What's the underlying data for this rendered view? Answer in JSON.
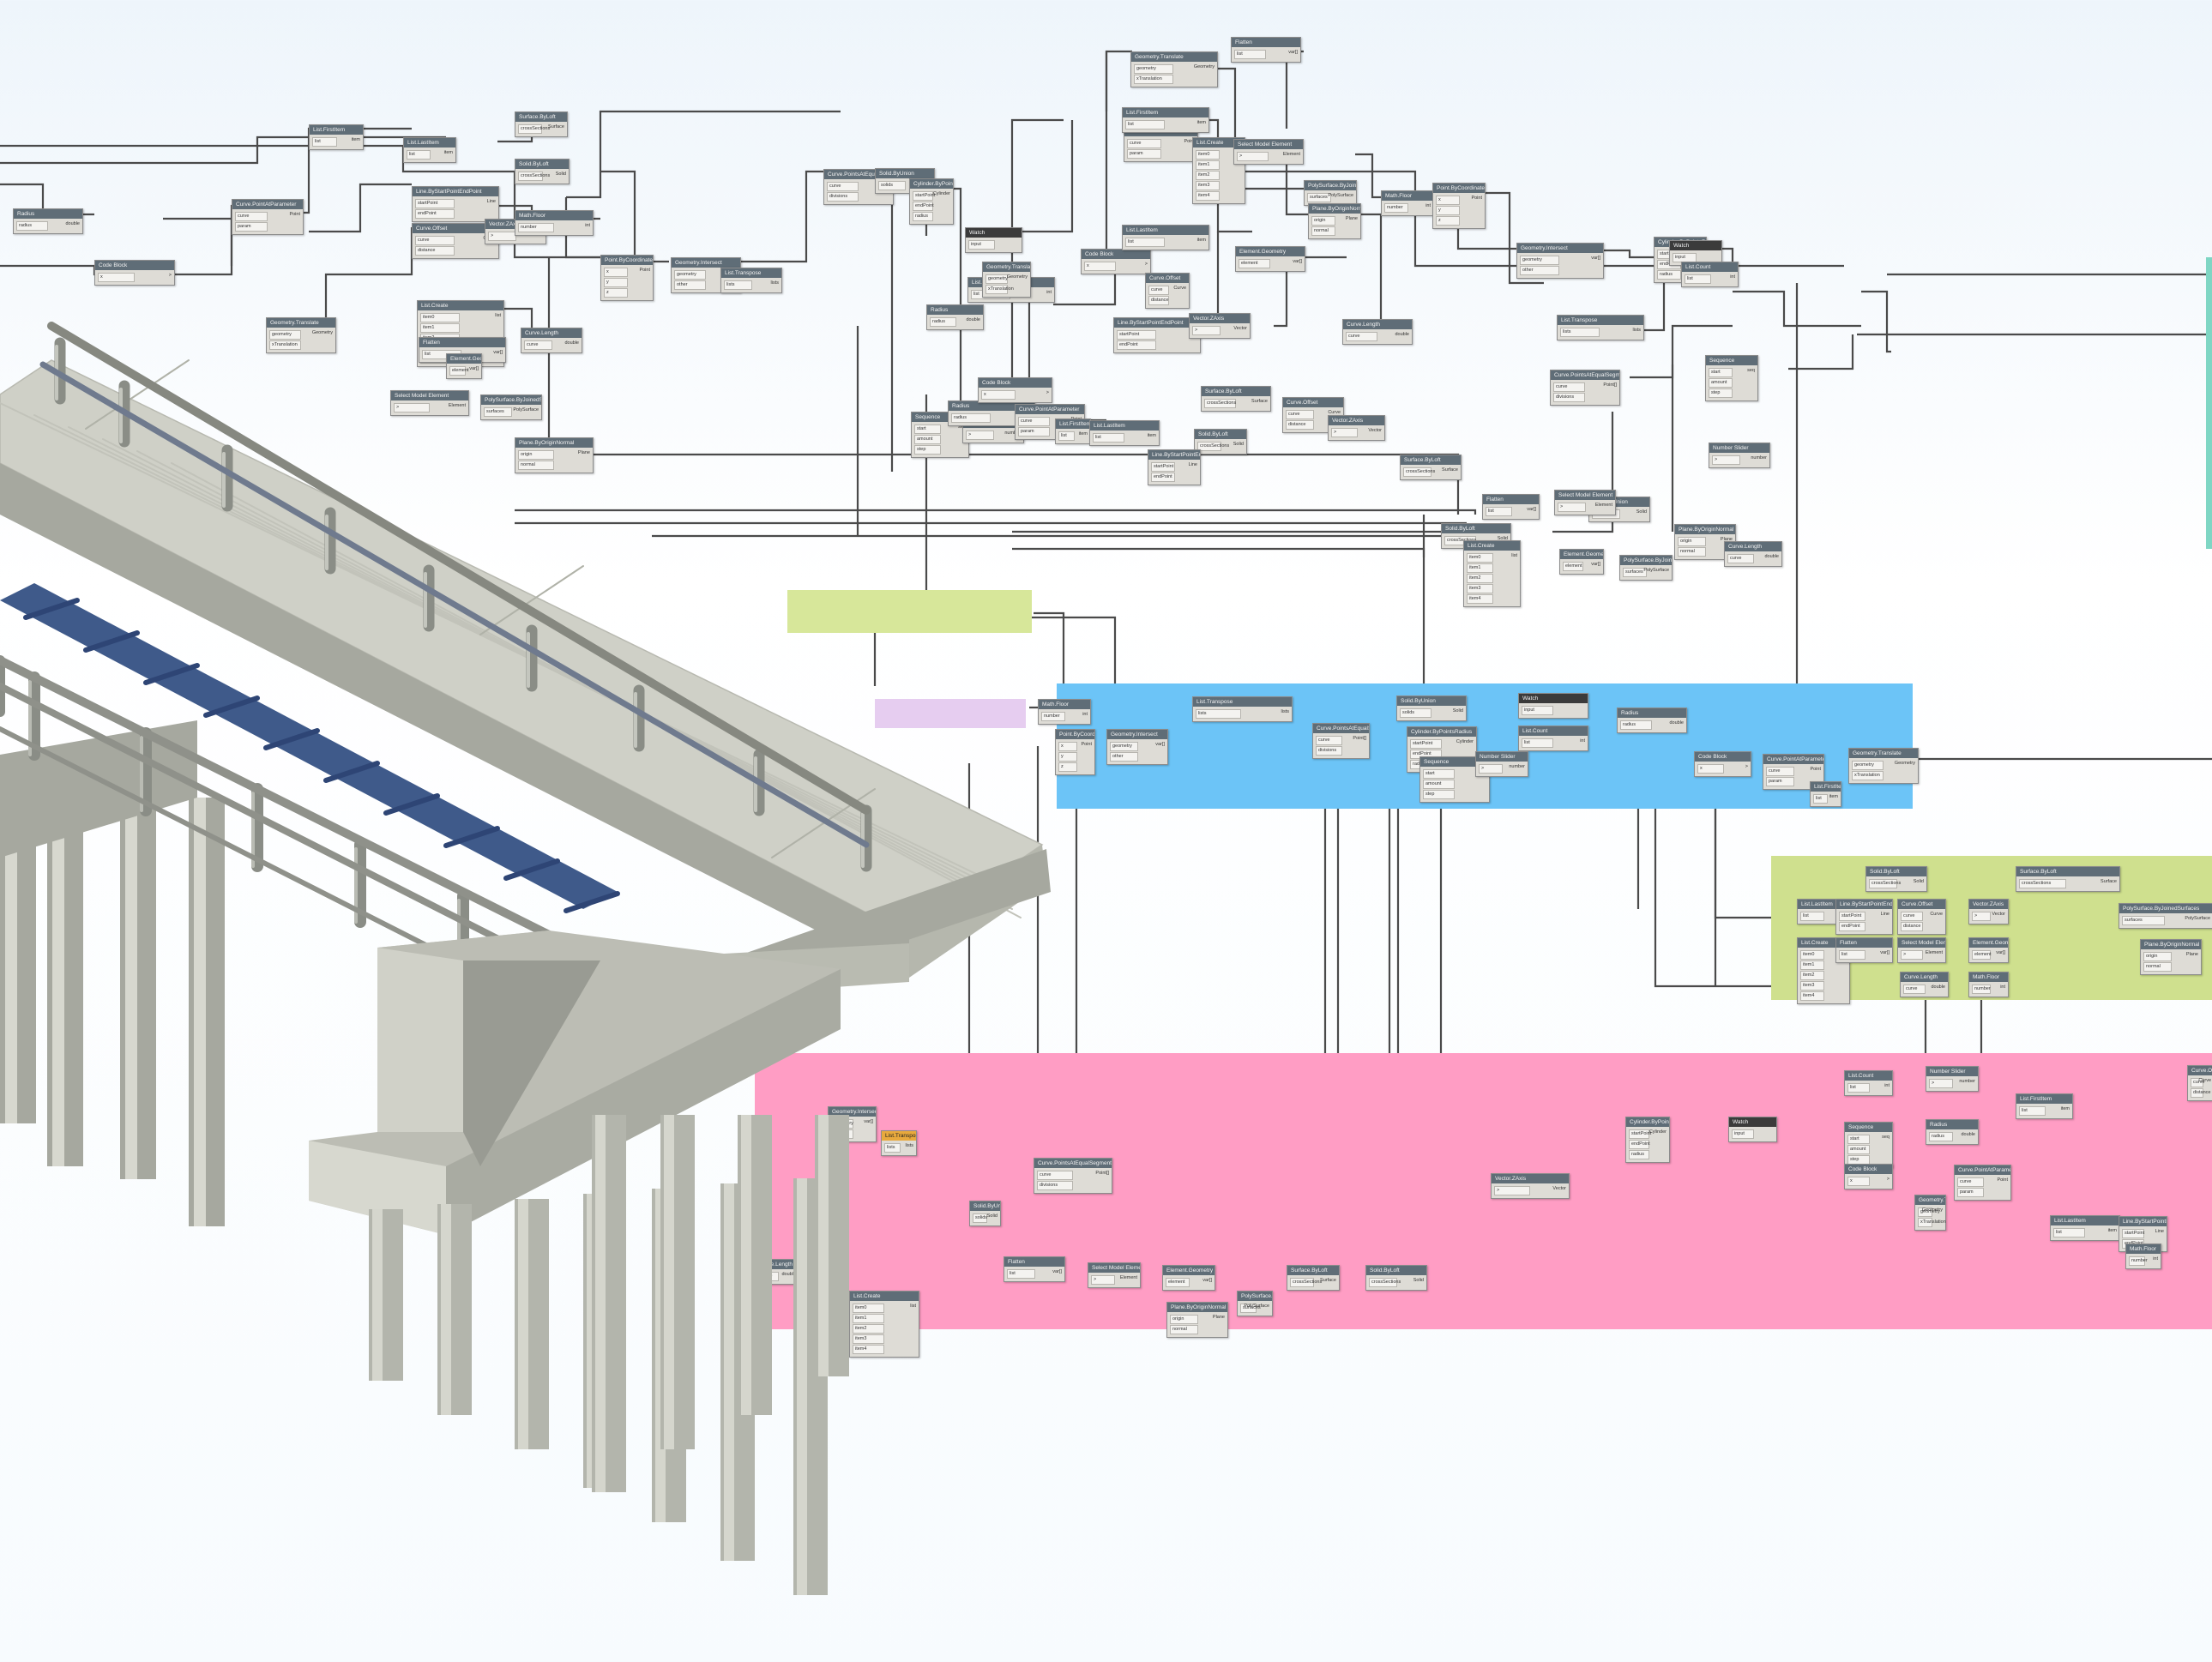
{
  "canvas": {
    "background_top": "#eef5fb",
    "background_bottom": "#ffffff"
  },
  "colors": {
    "node_header": "#5f6d77",
    "node_body": "#dedcd6",
    "wire": "#4a4a4a",
    "group_blue": "#6cc4f7",
    "group_green": "#cfe08e",
    "group_pink": "#ff9dc4",
    "group_yellow": "#d7e79a",
    "group_lilac": "#e6cdf0",
    "group_teal": "#7fd6c4",
    "bridge_concrete": "#c7c8be",
    "bridge_shadow": "#8e9188",
    "bridge_railing": "#8a8d86",
    "bridge_rail_blue": "#3f5a8a"
  },
  "illustration": {
    "subject": "bridge-3d-model",
    "elements": [
      "deck",
      "railings",
      "pier-cap",
      "columns"
    ]
  },
  "nodes": [
    {
      "id": "n01",
      "title": "Radius",
      "inputs": [
        "radius"
      ],
      "output": "double"
    },
    {
      "id": "n02",
      "title": "Code Block",
      "inputs": [
        "x"
      ],
      "output": ">"
    },
    {
      "id": "n03",
      "title": "Curve.PointAtParameter",
      "inputs": [
        "curve",
        "param"
      ],
      "output": "Point"
    },
    {
      "id": "n04",
      "title": "Geometry.Translate",
      "inputs": [
        "geometry",
        "xTranslation"
      ],
      "output": "Geometry"
    },
    {
      "id": "n05",
      "title": "List.FirstItem",
      "inputs": [
        "list"
      ],
      "output": "item"
    },
    {
      "id": "n06",
      "title": "List.LastItem",
      "inputs": [
        "list"
      ],
      "output": "item"
    },
    {
      "id": "n07",
      "title": "Line.ByStartPointEndPoint",
      "inputs": [
        "startPoint",
        "endPoint"
      ],
      "output": "Line"
    },
    {
      "id": "n08",
      "title": "Curve.Offset",
      "inputs": [
        "curve",
        "distance"
      ],
      "output": "Curve"
    },
    {
      "id": "n09",
      "title": "Vector.ZAxis",
      "inputs": [],
      "output": "Vector"
    },
    {
      "id": "n10",
      "title": "Surface.ByLoft",
      "inputs": [
        "crossSections"
      ],
      "output": "Surface"
    },
    {
      "id": "n11",
      "title": "Solid.ByLoft",
      "inputs": [
        "crossSections"
      ],
      "output": "Solid"
    },
    {
      "id": "n12",
      "title": "List.Create",
      "inputs": [
        "item0",
        "item1",
        "item2",
        "item3",
        "item4"
      ],
      "output": "list"
    },
    {
      "id": "n13",
      "title": "Flatten",
      "inputs": [
        "list"
      ],
      "output": "var[]"
    },
    {
      "id": "n14",
      "title": "Select Model Element",
      "inputs": [],
      "output": "Element"
    },
    {
      "id": "n15",
      "title": "Element.Geometry",
      "inputs": [
        "element"
      ],
      "output": "var[]"
    },
    {
      "id": "n16",
      "title": "PolySurface.ByJoinedSurfaces",
      "inputs": [
        "surfaces"
      ],
      "output": "PolySurface"
    },
    {
      "id": "n17",
      "title": "Plane.ByOriginNormal",
      "inputs": [
        "origin",
        "normal"
      ],
      "output": "Plane"
    },
    {
      "id": "n18",
      "title": "Curve.Length",
      "inputs": [
        "curve"
      ],
      "output": "double"
    },
    {
      "id": "n19",
      "title": "Math.Floor",
      "inputs": [
        "number"
      ],
      "output": "int"
    },
    {
      "id": "n20",
      "title": "Point.ByCoordinates",
      "inputs": [
        "x",
        "y",
        "z"
      ],
      "output": "Point"
    },
    {
      "id": "n21",
      "title": "Geometry.Intersect",
      "inputs": [
        "geometry",
        "other"
      ],
      "output": "var[]"
    },
    {
      "id": "n22",
      "title": "List.Transpose",
      "inputs": [
        "lists"
      ],
      "output": "lists"
    },
    {
      "id": "n23",
      "title": "Curve.PointsAtEqualSegmentLength",
      "inputs": [
        "curve",
        "divisions"
      ],
      "output": "Point[]"
    },
    {
      "id": "n24",
      "title": "Solid.ByUnion",
      "inputs": [
        "solids"
      ],
      "output": "Solid"
    },
    {
      "id": "n25",
      "title": "Cylinder.ByPointsRadius",
      "inputs": [
        "startPoint",
        "endPoint",
        "radius"
      ],
      "output": "Cylinder"
    },
    {
      "id": "n26",
      "title": "Watch",
      "inputs": [
        "input"
      ],
      "output": ""
    },
    {
      "id": "n27",
      "title": "List.Count",
      "inputs": [
        "list"
      ],
      "output": "int"
    },
    {
      "id": "n28",
      "title": "Sequence",
      "inputs": [
        "start",
        "amount",
        "step"
      ],
      "output": "seq"
    },
    {
      "id": "n29",
      "title": "Number Slider",
      "inputs": [],
      "output": "number"
    }
  ]
}
